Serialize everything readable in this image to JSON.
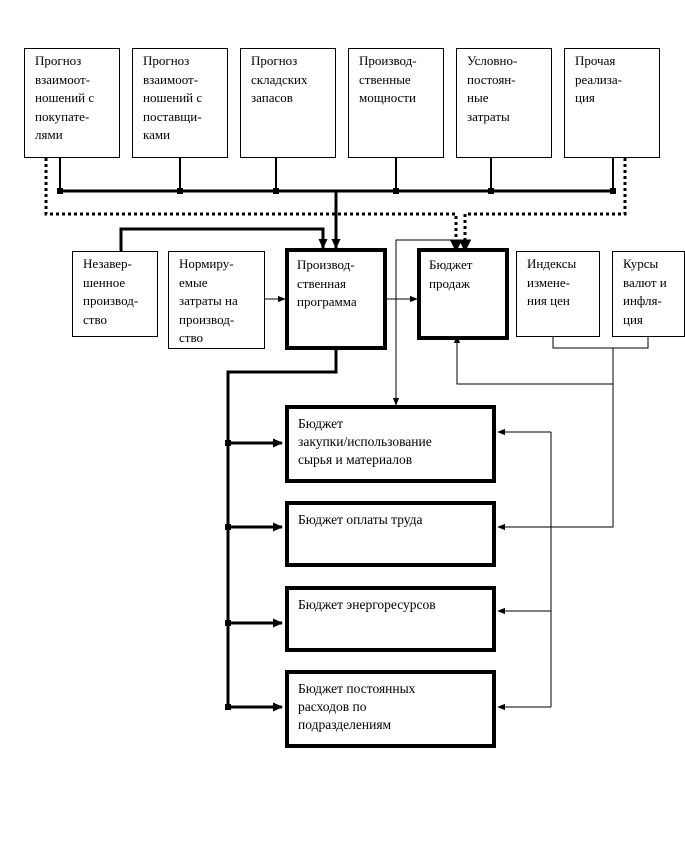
{
  "top_row": [
    "Прогноз\nвзаимоот-\nношений с\nпокупате-\nлями",
    "Прогноз\nвзаимоот-\nношений  с\nпоставщи-\nками",
    "Прогноз\nскладских\nзапасов",
    "Производ-\nственные\nмощности",
    "Условно-\nпостоян-\nные\nзатраты",
    "Прочая\nреализа-\nция"
  ],
  "middle_row": {
    "wip": "Незавер-\nшенное\nпроизвод-\nство",
    "norms": "Нормиру-\nемые\nзатраты на\nпроизвод-\nство",
    "production": "Производ-\nственная\nпрограмма",
    "sales": "Бюджет\nпродаж",
    "price_index": "Индексы\nизмене-\nния цен",
    "fx": "Курсы\nвалют и\nинфля-\nция"
  },
  "budgets": [
    "Бюджет\nзакупки/использование\nсырья и материалов",
    "Бюджет оплаты труда",
    "Бюджет энергоресурсов",
    "Бюджет постоянных\nрасходов по\nподразделениям"
  ]
}
